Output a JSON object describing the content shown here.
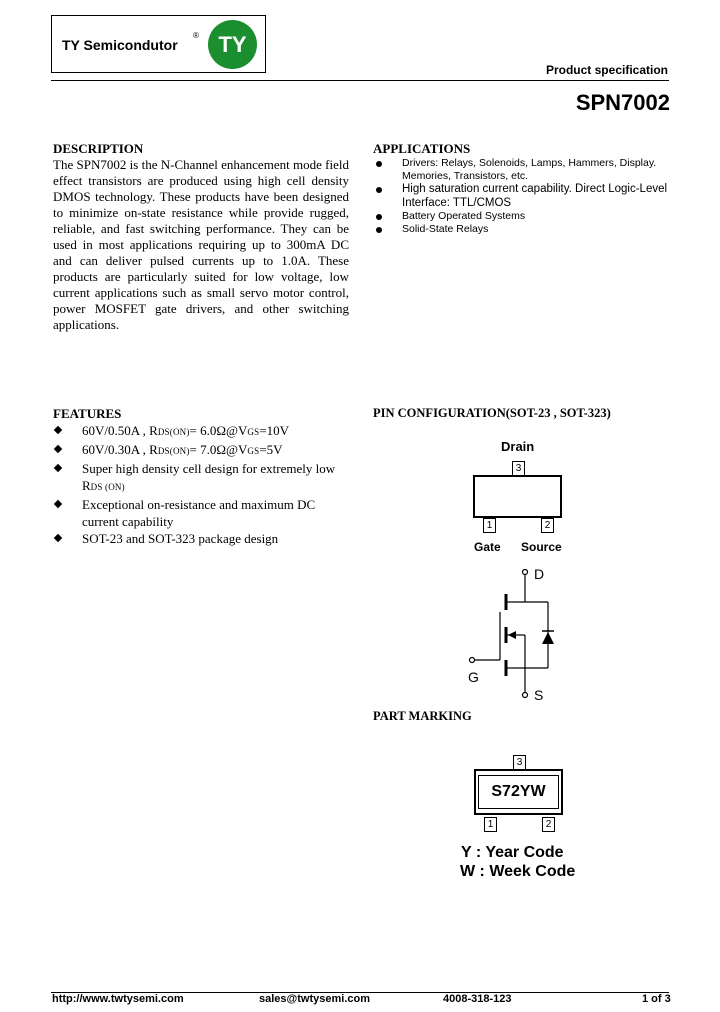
{
  "header": {
    "logo_text": "TY Semicondutor",
    "logo_reg": "®",
    "logo_mark": "TY",
    "doc_type": "Product specification",
    "part_number": "SPN7002"
  },
  "description": {
    "heading": "DESCRIPTION",
    "body": "The SPN7002 is the N-Channel enhancement mode field effect transistors are produced using high cell density DMOS technology. These products have been designed to minimize on-state resistance while provide rugged, reliable, and fast switching performance. They can be used in most applications requiring up to 300mA DC and can deliver pulsed currents up to 1.0A. These products are particularly suited for low voltage, low current applications such as small servo motor control, power MOSFET gate drivers, and other switching applications."
  },
  "applications": {
    "heading": "APPLICATIONS",
    "items": [
      "Drivers: Relays, Solenoids, Lamps, Hammers, Display. Memories, Transistors, etc.",
      "High saturation current capability. Direct Logic-Level Interface: TTL/CMOS",
      "Battery Operated Systems",
      "Solid-State Relays"
    ]
  },
  "features": {
    "heading": "FEATURES",
    "f1_main": "60V/0.50A , R",
    "f1_sub": "DS(ON)",
    "f1_rest": "= 6.0Ω@V",
    "f1_sub2": "GS",
    "f1_end": "=10V",
    "f2_main": "60V/0.30A , R",
    "f2_sub": "DS(ON)",
    "f2_rest": "= 7.0Ω@V",
    "f2_sub2": "GS",
    "f2_end": "=5V",
    "f3_main": "Super high density cell design for extremely low R",
    "f3_sub": "DS (ON)",
    "f4": "Exceptional on-resistance and maximum DC current capability",
    "f5": "SOT-23 and SOT-323 package design"
  },
  "pin_config": {
    "heading": "PIN CONFIGURATION(SOT-23 , SOT-323)",
    "drain_label": "Drain",
    "gate_label": "Gate",
    "source_label": "Source",
    "pin1": "1",
    "pin2": "2",
    "pin3": "3",
    "sym_d": "D",
    "sym_g": "G",
    "sym_s": "S"
  },
  "part_marking": {
    "heading": "PART MARKING",
    "chip_text": "S72YW",
    "pin1": "1",
    "pin2": "2",
    "pin3": "3",
    "legend_y": "Y : Year Code",
    "legend_w": "W : Week Code"
  },
  "footer": {
    "url": "http://www.twtysemi.com",
    "email": "sales@twtysemi.com",
    "phone": "4008-318-123",
    "page": "1 of 3"
  }
}
